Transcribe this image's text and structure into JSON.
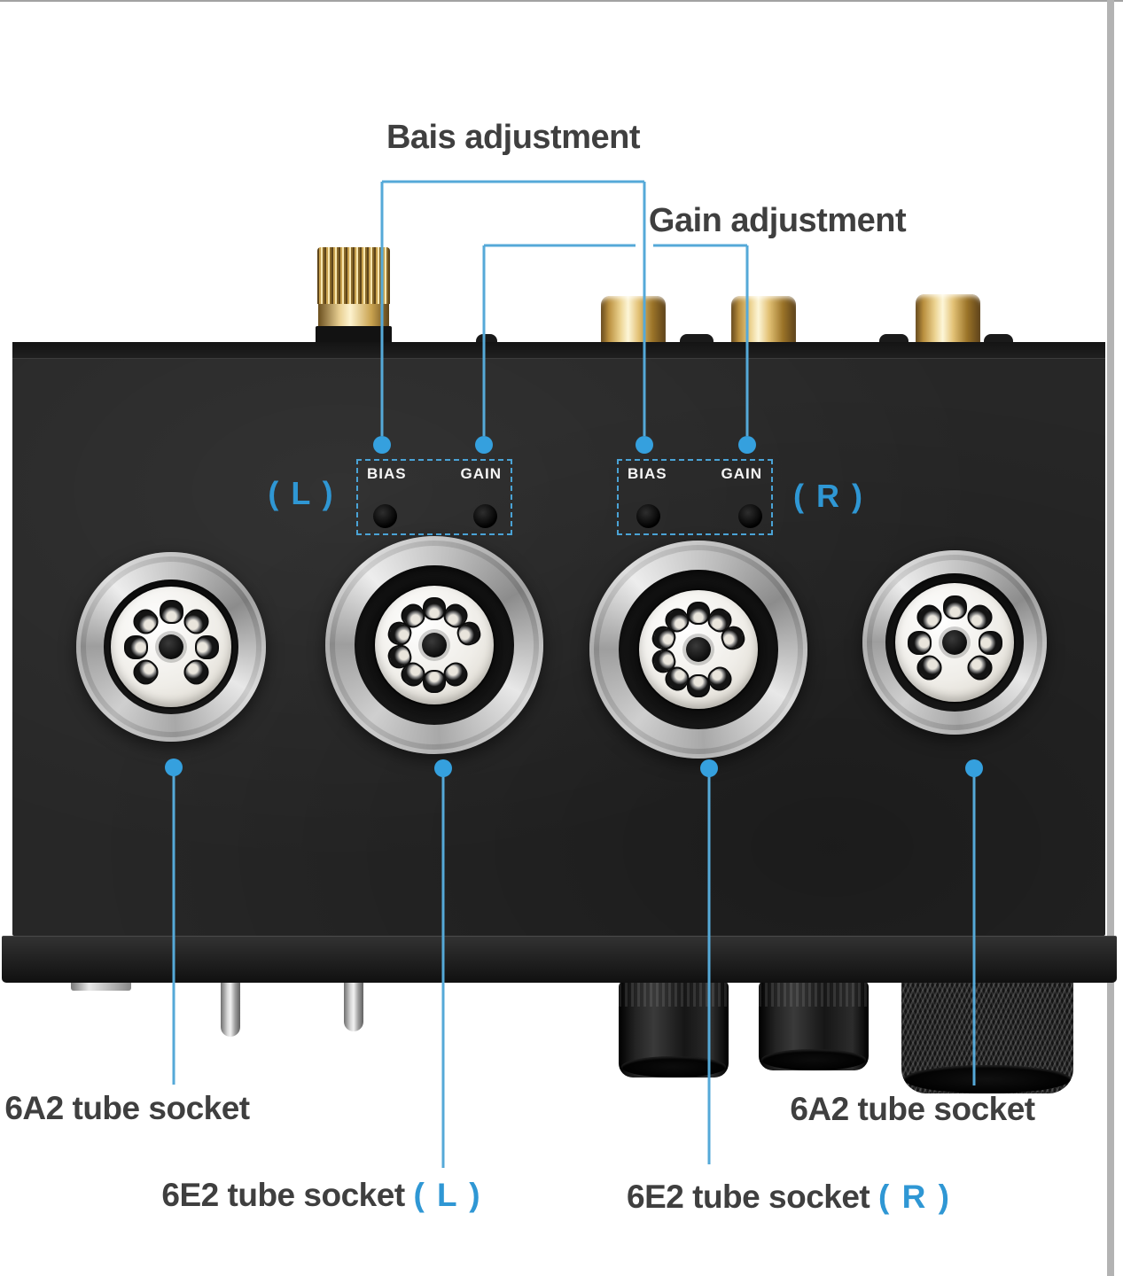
{
  "callouts": {
    "bias_title": "Bais adjustment",
    "gain_title": "Gain adjustment"
  },
  "panel": {
    "channel_left": "( L )",
    "channel_right": "( R )",
    "bias_label": "BIAS",
    "gain_label": "GAIN"
  },
  "labels": {
    "left_6a2": "6A2 tube socket",
    "left_6e2": "6E2 tube socket",
    "left_6e2_chan": "( L )",
    "right_6e2": "6E2 tube socket",
    "right_6e2_chan": "( R )",
    "right_6a2": "6A2 tube socket"
  },
  "colors": {
    "callout_blue": "#4FA6D8",
    "dot_blue": "#35A0DE",
    "channel_blue": "#2F97D4",
    "text_gray": "#3F3F3F",
    "chassis_black": "#272727",
    "gold": "#D9B563",
    "background": "#FFFFFF"
  }
}
